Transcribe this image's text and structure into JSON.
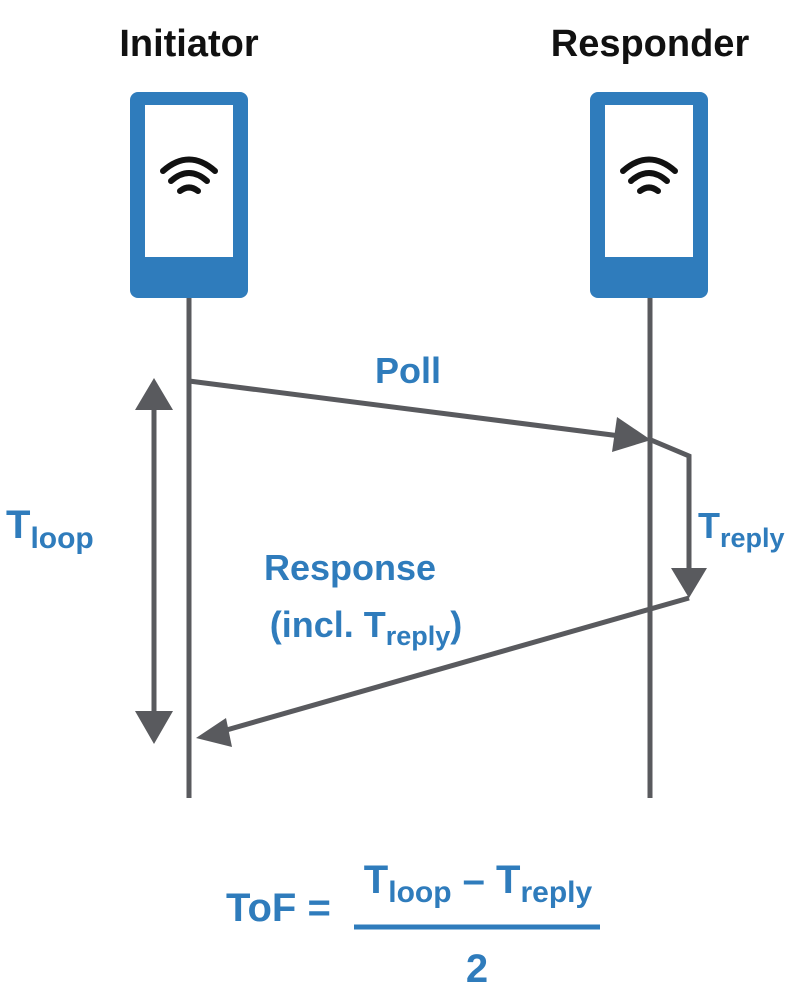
{
  "initiator": {
    "label": "Initiator"
  },
  "responder": {
    "label": "Responder"
  },
  "messages": {
    "poll": "Poll",
    "response_line1": "Response",
    "response_line2_prefix": "(incl. ",
    "response_line2_T": "T",
    "response_line2_sub": "reply",
    "response_line2_suffix": ")"
  },
  "tloop": {
    "T": "T",
    "sub": "loop"
  },
  "treply": {
    "T": "T",
    "sub": "reply"
  },
  "formula": {
    "lhs": "ToF =",
    "num_T1": "T",
    "num_sub1": "loop",
    "minus": " – ",
    "num_T2": "T",
    "num_sub2": "reply",
    "denominator": "2"
  },
  "colors": {
    "device_blue": "#2f7cbc",
    "arrow_gray": "#595a5e",
    "text_blue": "#2f7cbc"
  },
  "icons": {
    "device": "phone-device-icon",
    "signal": "wifi-signal-icon"
  }
}
